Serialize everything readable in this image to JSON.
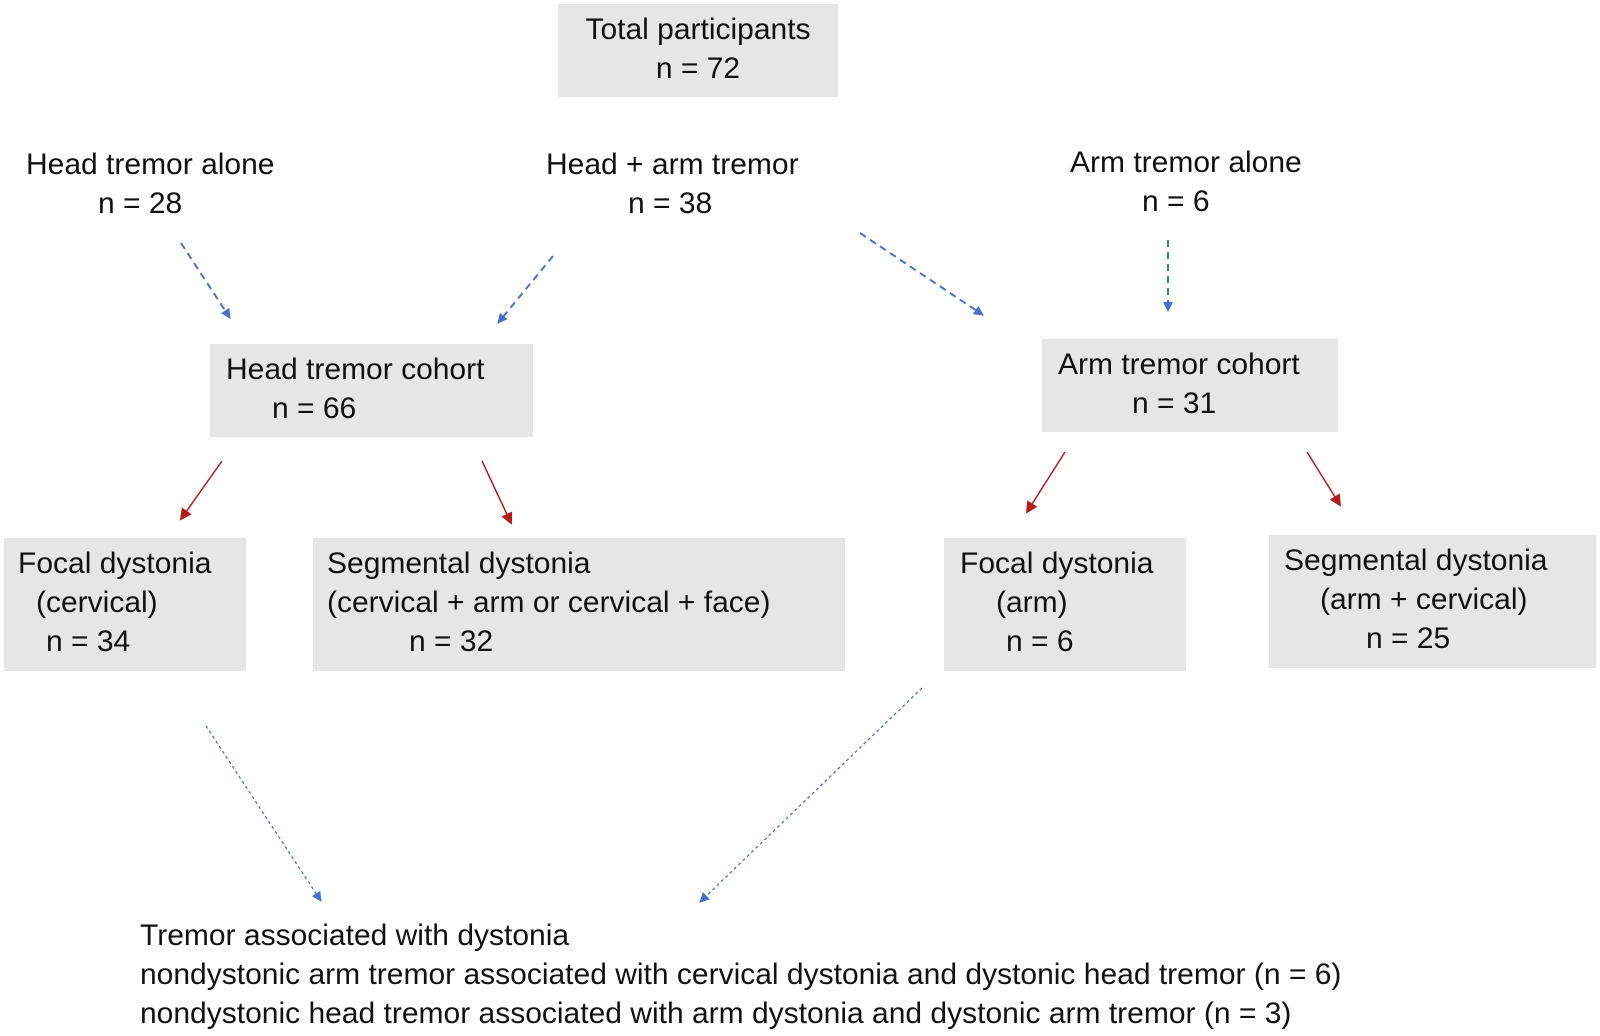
{
  "total": {
    "title": "Total participants",
    "count": "n = 72"
  },
  "head_alone": {
    "title": "Head tremor alone",
    "count": "n = 28"
  },
  "head_arm": {
    "title": "Head + arm tremor",
    "count": "n = 38"
  },
  "arm_alone": {
    "title": "Arm tremor alone",
    "count": "n = 6"
  },
  "head_cohort": {
    "title": "Head tremor cohort",
    "count": "n = 66"
  },
  "arm_cohort": {
    "title": "Arm tremor cohort",
    "count": "n = 31"
  },
  "focal_cervical": {
    "title": "Focal dystonia",
    "subtitle": "(cervical)",
    "count": "n = 34"
  },
  "segmental_cervical": {
    "title": "Segmental dystonia",
    "subtitle": "(cervical + arm or cervical + face)",
    "count": "n = 32"
  },
  "focal_arm": {
    "title": "Focal dystonia",
    "subtitle": "(arm)",
    "count": "n = 6"
  },
  "segmental_arm": {
    "title": "Segmental dystonia",
    "subtitle": "(arm + cervical)",
    "count": "n = 25"
  },
  "footer": {
    "title": "Tremor associated with dystonia",
    "line1": "nondystonic arm tremor associated with cervical dystonia and dystonic head tremor (n = 6)",
    "line2": "nondystonic head tremor associated with arm dystonia and dystonic arm tremor (n = 3)"
  },
  "colors": {
    "box_fill": "#e6e6e6",
    "blue_arrow": "#4a6fc9",
    "red_arrow": "#b01c1c"
  }
}
